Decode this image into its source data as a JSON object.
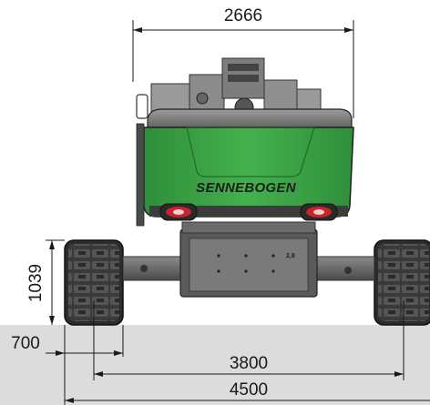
{
  "dimensions": {
    "top_width": "2666",
    "track_height": "1039",
    "track_width": "700",
    "track_gauge": "3800",
    "overall_width": "4500"
  },
  "machine": {
    "brand": "SENNEBOGEN",
    "plate": "2,8",
    "body_color": "#3aa043",
    "body_dark": "#2a7a33"
  },
  "colors": {
    "ground": "#dcdcdc",
    "steel": "#555555",
    "track_dark": "#2c2c2c"
  }
}
